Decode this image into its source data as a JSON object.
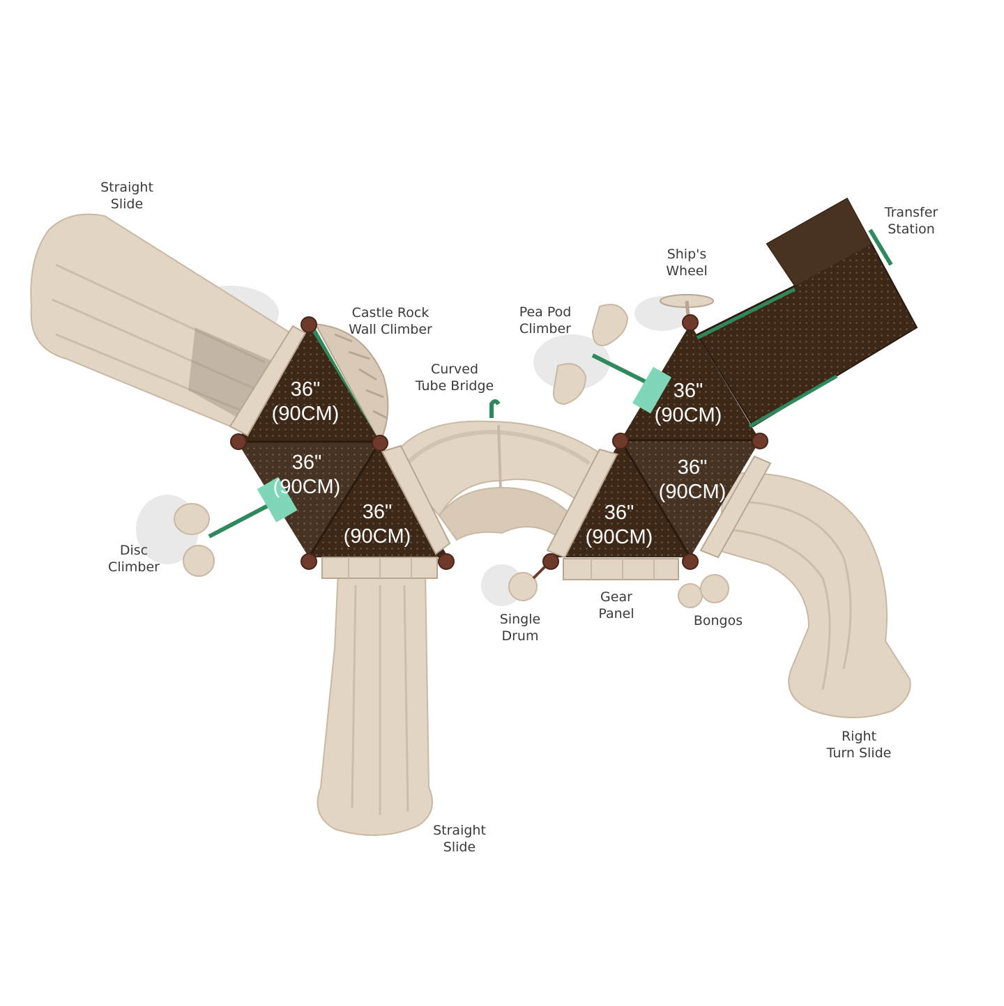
{
  "colors": {
    "slide": "#e3d5c4",
    "slide_shadow": "#c9b8a3",
    "deck": "#3d2817",
    "post": "#6e3a2a",
    "green": "#2e8a5c",
    "mint": "#7fd6b8",
    "label": "#3a3a3a"
  },
  "labels": {
    "straight_slide_top": [
      "Straight",
      "Slide"
    ],
    "castle_rock": [
      "Castle Rock",
      "Wall Climber"
    ],
    "curved_tube": [
      "Curved",
      "Tube Bridge"
    ],
    "pea_pod": [
      "Pea Pod",
      "Climber"
    ],
    "ships_wheel": [
      "Ship's",
      "Wheel"
    ],
    "transfer_station": [
      "Transfer",
      "Station"
    ],
    "disc_climber": [
      "Disc",
      "Climber"
    ],
    "single_drum": [
      "Single",
      "Drum"
    ],
    "gear_panel": [
      "Gear",
      "Panel"
    ],
    "bongos": [
      "Bongos"
    ],
    "right_turn_slide": [
      "Right",
      "Turn Slide"
    ],
    "straight_slide_bottom": [
      "Straight",
      "Slide"
    ]
  },
  "decks": [
    {
      "height": "36\"",
      "metric": "(90CM)"
    },
    {
      "height": "36\"",
      "metric": "(90CM)"
    },
    {
      "height": "36\"",
      "metric": "(90CM)"
    },
    {
      "height": "36\"",
      "metric": "(90CM)"
    },
    {
      "height": "36\"",
      "metric": "(90CM)"
    },
    {
      "height": "36\"",
      "metric": "(90CM)"
    }
  ]
}
